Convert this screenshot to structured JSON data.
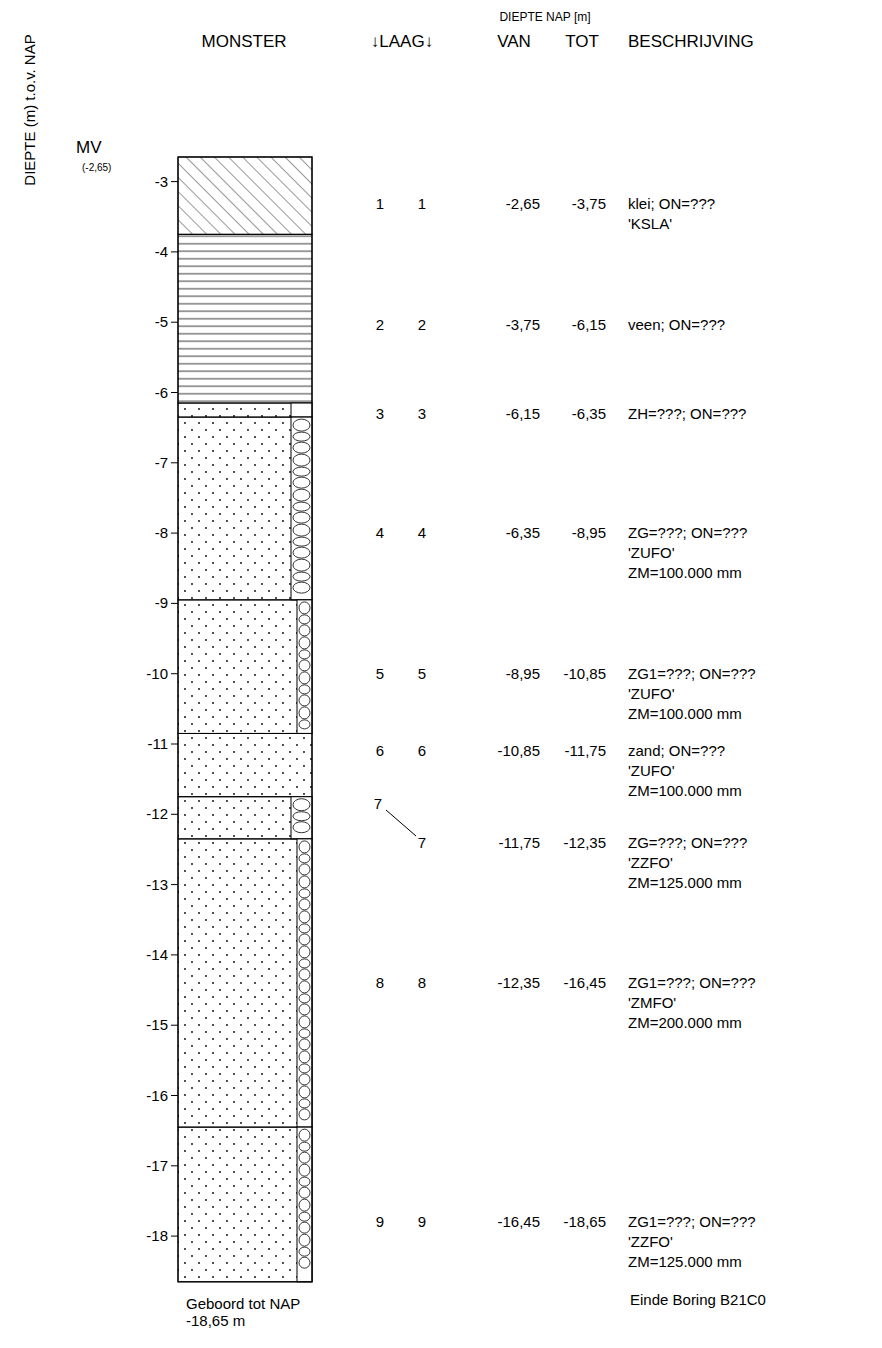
{
  "diagram": {
    "labels": [
      "DIEPTE NAP [m]",
      "MONSTER",
      "↓LAAG↓",
      "VAN",
      "TOT",
      "BESCHRIJVING",
      "DIEPTE (m) t.o.v. NAP",
      "MV",
      "(-2,65)",
      "-3",
      "-4",
      "-5",
      "-6",
      "-7",
      "-8",
      "-9",
      "-10",
      "-11",
      "-12",
      "-13",
      "-14",
      "-15",
      "-16",
      "-17",
      "-18",
      "1",
      "1",
      "-2,65",
      "-3,75",
      "klei; ON=???",
      "'KSLA'",
      "2",
      "2",
      "-3,75",
      "-6,15",
      "veen; ON=???",
      "3",
      "3",
      "-6,15",
      "-6,35",
      "ZH=???; ON=???",
      "4",
      "4",
      "-6,35",
      "-8,95",
      "ZG=???; ON=???",
      "'ZUFO'",
      "ZM=100.000 mm",
      "5",
      "5",
      "-8,95",
      "-10,85",
      "ZG1=???; ON=???",
      "'ZUFO'",
      "ZM=100.000 mm",
      "6",
      "6",
      "-10,85",
      "-11,75",
      "zand; ON=???",
      "'ZUFO'",
      "ZM=100.000 mm",
      "7",
      "7",
      "-11,75",
      "-12,35",
      "ZG=???; ON=???",
      "'ZZFO'",
      "ZM=125.000 mm",
      "8",
      "8",
      "-12,35",
      "-16,45",
      "ZG1=???; ON=???",
      "'ZMFO'",
      "ZM=200.000 mm",
      "9",
      "9",
      "-16,45",
      "-18,65",
      "ZG1=???; ON=???",
      "'ZZFO'",
      "ZM=125.000 mm",
      "Geboord tot NAP -18,65 m",
      "Einde Boring B21C0"
    ]
  }
}
